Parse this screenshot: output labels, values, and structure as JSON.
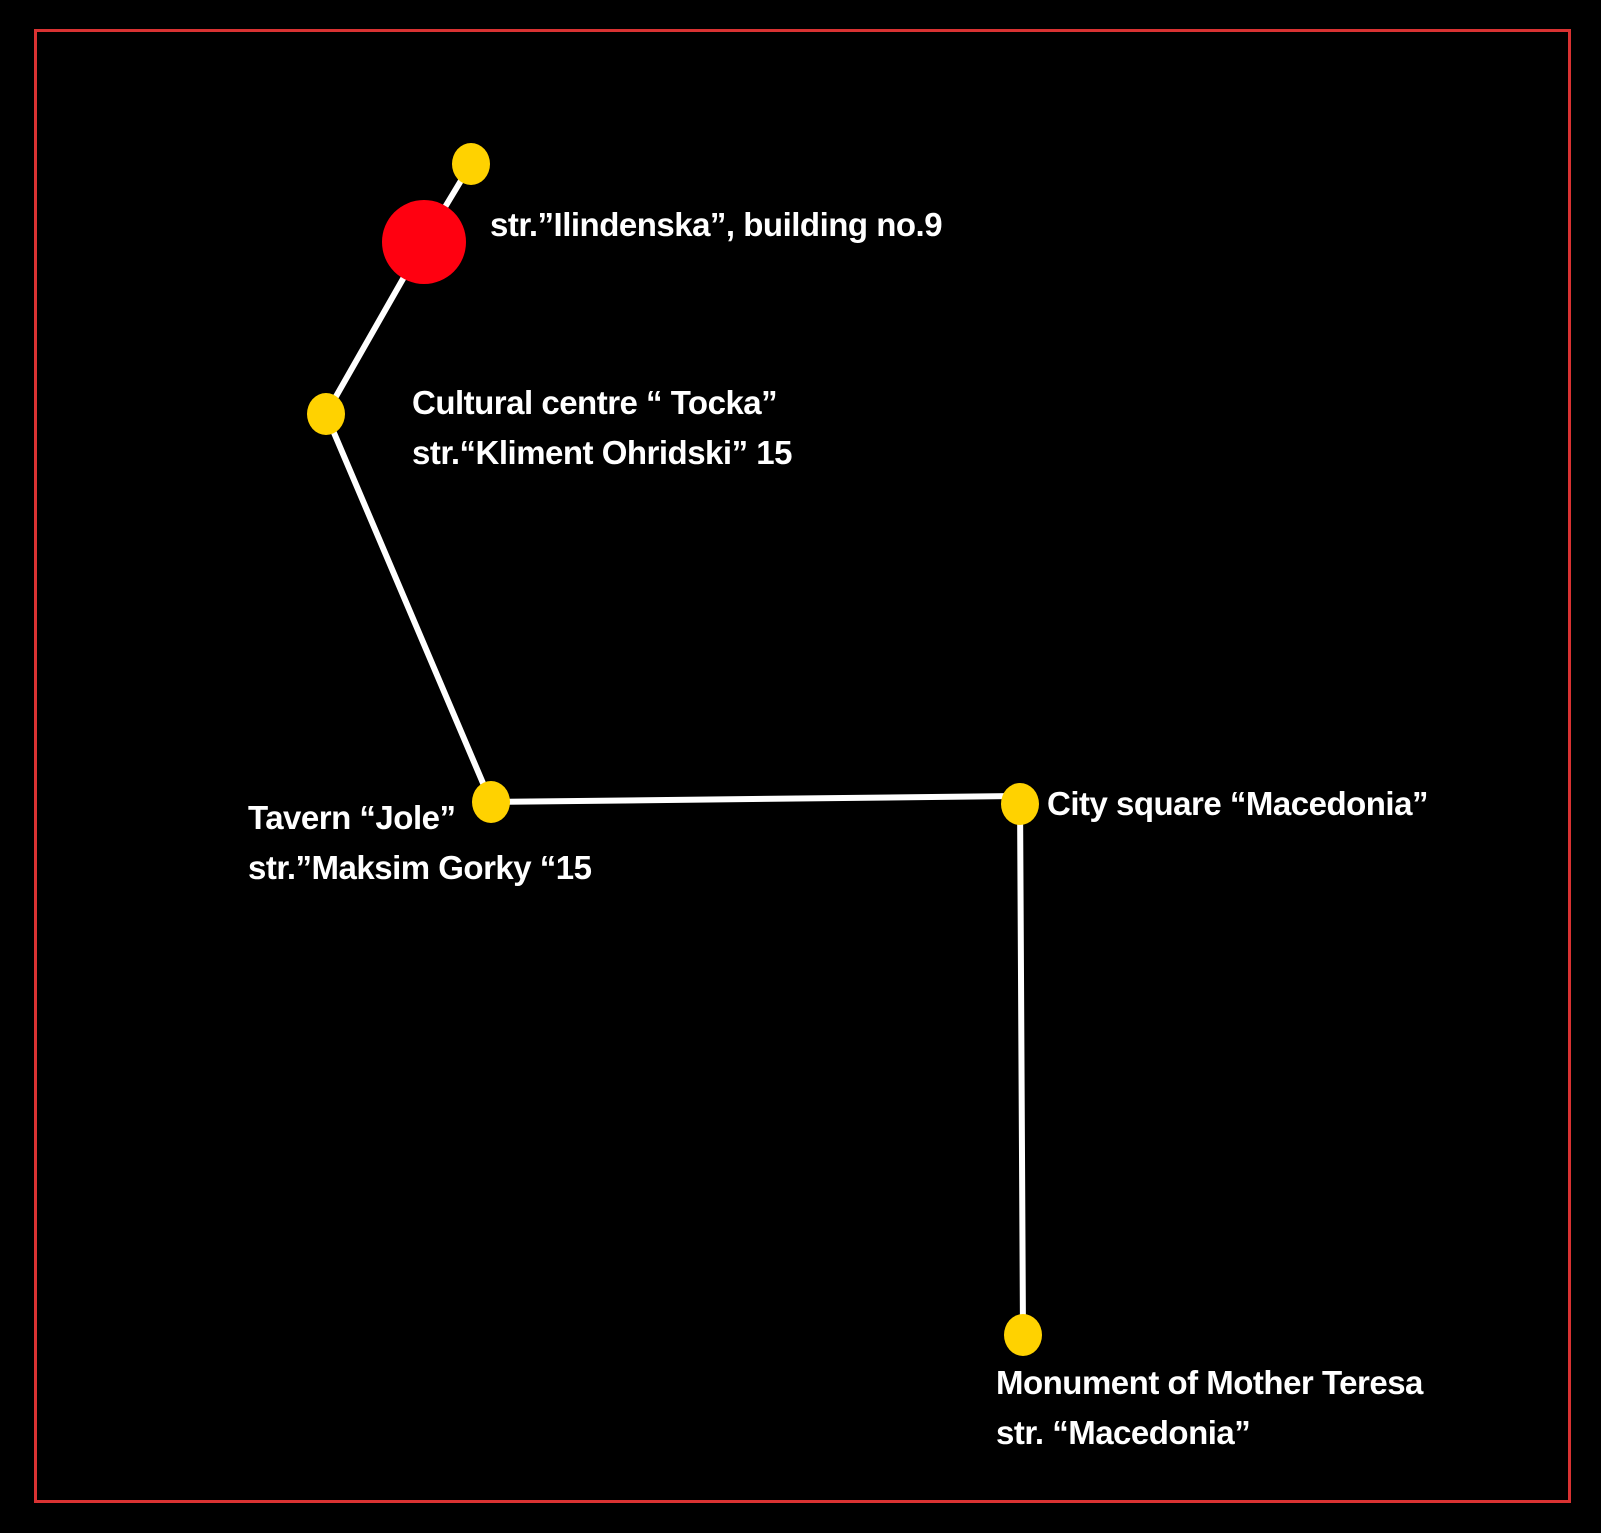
{
  "colors": {
    "background": "#000000",
    "frame": "#d93232",
    "route": "#ffffff",
    "stop": "#ffd200",
    "start": "#ff0010",
    "text": "#ffffff"
  },
  "stops": [
    {
      "id": "route-end",
      "kind": "stop",
      "lines": []
    },
    {
      "id": "ilindenska",
      "kind": "start",
      "lines": [
        "str.”Ilindenska”, building no.9"
      ]
    },
    {
      "id": "tocka",
      "kind": "stop",
      "lines": [
        "Cultural centre “ Tocka”",
        "str.“Kliment Ohridski” 15"
      ]
    },
    {
      "id": "jole",
      "kind": "stop",
      "lines": [
        "Tavern “Jole”",
        "str.”Maksim Gorky “15"
      ]
    },
    {
      "id": "macedonia-square",
      "kind": "stop",
      "lines": [
        "City square “Macedonia”"
      ]
    },
    {
      "id": "mother-teresa",
      "kind": "stop",
      "lines": [
        "Monument of Mother Teresa",
        "str. “Macedonia”"
      ]
    }
  ]
}
